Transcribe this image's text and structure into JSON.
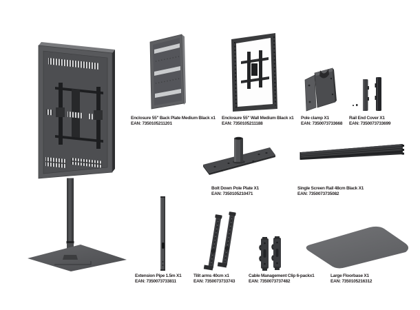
{
  "colors": {
    "background": "#ffffff",
    "hardware_dark": "#2c2d2f",
    "hardware_mid": "#58595c",
    "vent_light": "#e3e4e5",
    "floorbase_gray": "#68696b",
    "label_text": "#231f20"
  },
  "parts": [
    {
      "name": "Enclosure 55\" Back Plate Medium Black x1",
      "ean": "EAN: 7350105211201"
    },
    {
      "name": "Enclosure 55\" Wall Medium Black x1",
      "ean": "EAN: 7350105211188"
    },
    {
      "name": "Pole clamp X1",
      "ean": "EAN: 7350073733668"
    },
    {
      "name": "Rail End Cover X1",
      "ean": "EAN: 7350073733699"
    },
    {
      "name": "Bolt Down Pole Plate X1",
      "ean": "EAN: 7350105210471"
    },
    {
      "name": "Single Screen Rail 48cm Black X1",
      "ean": "EAN: 7350073735082"
    },
    {
      "name": "Extension Pipe 1.5m  X1",
      "ean": "EAN: 7350073733811"
    },
    {
      "name": "Tilit arms 40cm x1",
      "ean": "EAN: 7350073733743"
    },
    {
      "name": "Cable Management Clip 6-packx1",
      "ean": "EAN: 7350073737482"
    },
    {
      "name": "Large Floorbase X1",
      "ean": "EAN: 7350105216312"
    }
  ]
}
